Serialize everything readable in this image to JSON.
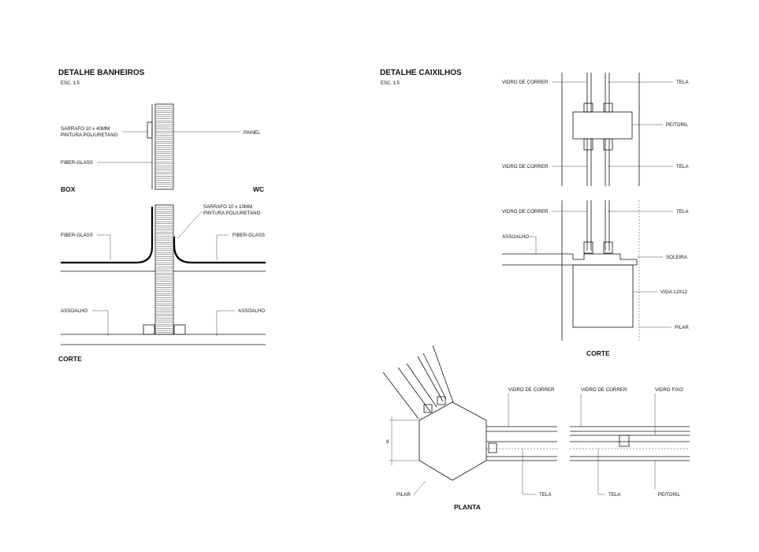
{
  "bathroom": {
    "title": "DETALHE BANHEIROS",
    "scale": "ESC. 1:5",
    "upper": {
      "sarrafo_1": "SARRAFO 10 x 40MM",
      "pintura": "PINTURA POLIURETANO",
      "painel": "PAINEL",
      "fiber_glass": "FIBER-GLASS",
      "box": "BOX",
      "wc": "WC"
    },
    "lower": {
      "sarrafo_1": "SARRAFO 10 x 10MM",
      "pintura": "PINTURA POLIURETANO",
      "fiber_glass_left": "FIBER-GLASS",
      "fiber_glass_right": "FIBER-GLASS",
      "assoalho_left": "ASSOALHO",
      "assoalho_right": "ASSOALHO"
    },
    "corte": "CORTE"
  },
  "frames": {
    "title": "DETALHE CAIXILHOS",
    "scale": "ESC. 1:5",
    "upper": {
      "vidro_top": "VIDRO DE CORRER",
      "tela_top": "TELA",
      "peitoril": "PEITORIL",
      "vidro_bottom": "VIDRO DE CORRER",
      "tela_bottom": "TELA"
    },
    "lower": {
      "vidro": "VIDRO DE CORRER",
      "tela": "TELA",
      "assoalho": "ASSOALHO",
      "soleira": "SOLEIRA",
      "viga": "VIGA 12X12",
      "pilar": "PILAR"
    },
    "corte": "CORTE"
  },
  "plan": {
    "vidro_1": "VIDRO DE CORRER",
    "vidro_2": "VIDRO DE CORRER",
    "vidro_fixo": "VIDRO FIXO",
    "pilar": "PILAR",
    "tela_1": "TELA",
    "tela_2": "TELA",
    "peitoril": "PEITORIL",
    "dimension": "8",
    "planta": "PLANTA"
  }
}
